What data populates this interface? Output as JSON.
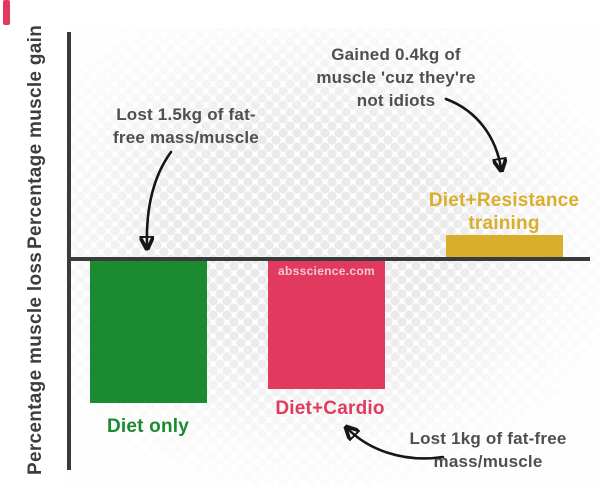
{
  "chart": {
    "y_axis_top_label": "Percentage muscle gain",
    "y_axis_bottom_label": "Percentage muscle loss",
    "bars": [
      {
        "label": "Diet only",
        "value_kg": -1.5,
        "color": "#1b8a31"
      },
      {
        "label": "Diet+Cardio",
        "value_kg": -1.0,
        "color": "#e23a5f"
      },
      {
        "label": "Diet+Resistance\ntraining",
        "value_kg": 0.4,
        "color": "#d9ae2a"
      }
    ],
    "annotations": [
      {
        "text": "Lost 1.5kg of fat-\nfree mass/muscle",
        "target": "Diet only"
      },
      {
        "text": "Gained 0.4kg of\nmuscle 'cuz they're\nnot idiots",
        "target": "Diet+Resistance training"
      },
      {
        "text": "Lost 1kg of fat-free\nmass/muscle",
        "target": "Diet+Cardio"
      }
    ],
    "watermark": "absscience.com"
  },
  "chart_data": {
    "type": "bar",
    "categories": [
      "Diet only",
      "Diet+Cardio",
      "Diet+Resistance training"
    ],
    "values": [
      -1.5,
      -1.0,
      0.4
    ],
    "value_unit": "kg of fat-free mass/muscle",
    "title": "",
    "xlabel": "",
    "ylabel_positive": "Percentage muscle gain",
    "ylabel_negative": "Percentage muscle loss",
    "bar_colors": [
      "#1b8a31",
      "#e23a5f",
      "#d9ae2a"
    ],
    "annotations": [
      "Lost 1.5kg of fat-free mass/muscle",
      "Gained 0.4kg of muscle 'cuz they're not idiots",
      "Lost 1kg of fat-free mass/muscle"
    ],
    "source_watermark": "absscience.com",
    "grid": false,
    "legend": false,
    "baseline": 0
  },
  "colors": {
    "axis": "#3b3b3b",
    "annotation_text": "#4f4f4f",
    "dot_pattern": "#eaeaea",
    "watermark_text": "#f2c8d3"
  }
}
